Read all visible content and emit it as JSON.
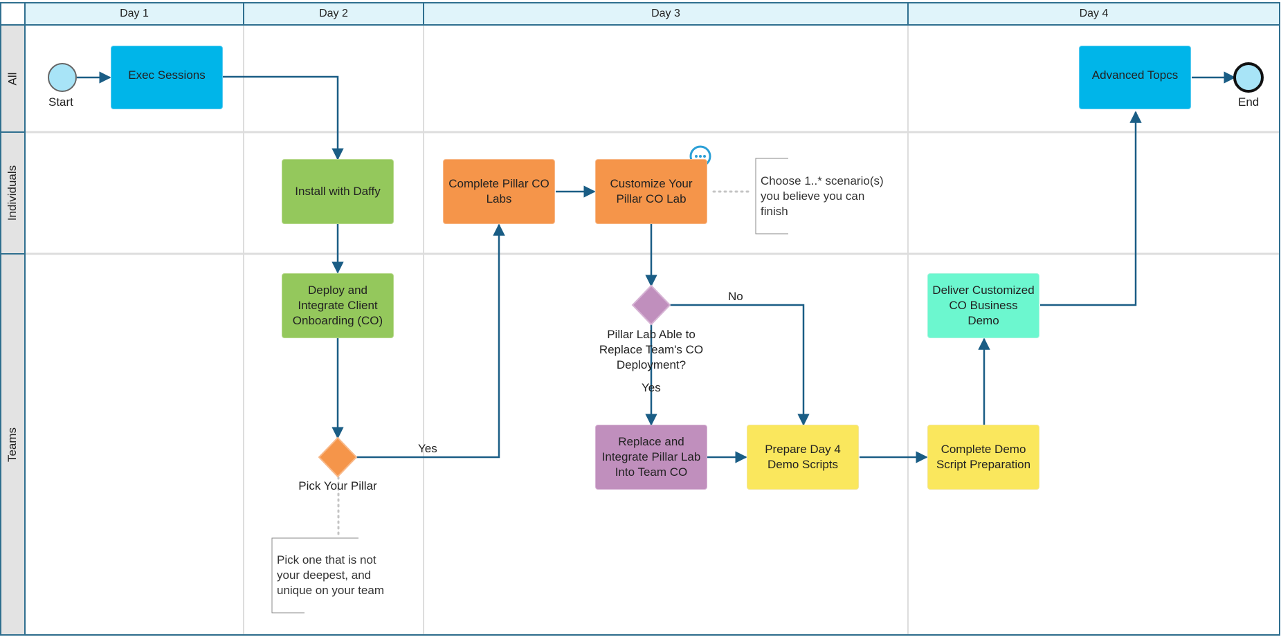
{
  "columns": [
    "Day 1",
    "Day 2",
    "Day 3",
    "Day 4"
  ],
  "lanes": [
    "All",
    "Individuals",
    "Teams"
  ],
  "events": {
    "start": "Start",
    "end": "End"
  },
  "tasks": {
    "exec_sessions": "Exec Sessions",
    "advanced_topics": "Advanced Topcs",
    "install_daffy": "Install with Daffy",
    "complete_pillar_labs": "Complete Pillar CO Labs",
    "customize_lab": "Customize Your Pillar CO Lab",
    "deploy_integrate": "Deploy and Integrate Client Onboarding (CO)",
    "replace_integrate": "Replace and Integrate Pillar Lab Into Team CO",
    "prepare_scripts": "Prepare Day 4 Demo Scripts",
    "complete_demo_prep": "Complete Demo Script Preparation",
    "deliver_demo": "Deliver Customized CO Business Demo"
  },
  "gateways": {
    "pick_pillar": "Pick Your Pillar",
    "lab_able": "Pillar Lab Able to Replace Team's CO Deployment?"
  },
  "flow_labels": {
    "yes_pick": "Yes",
    "yes_lab": "Yes",
    "no_lab": "No"
  },
  "annotations": {
    "choose_scenario": "Choose 1..* scenario(s) you believe you can finish",
    "pick_one": "Pick one that is not your deepest, and unique on your team"
  },
  "colors": {
    "header_fill": "#e0f4fa",
    "lane_header_fill": "#e3e3e3",
    "frame_border": "#2f6f8f",
    "flow_line": "#1a5d85",
    "blue": "#00b5e9",
    "green": "#94c85c",
    "orange": "#f5954a",
    "purple": "#c08fbd",
    "yellow": "#fae75d",
    "teal": "#6cf7cf",
    "event_fill": "#a8e4f7"
  }
}
